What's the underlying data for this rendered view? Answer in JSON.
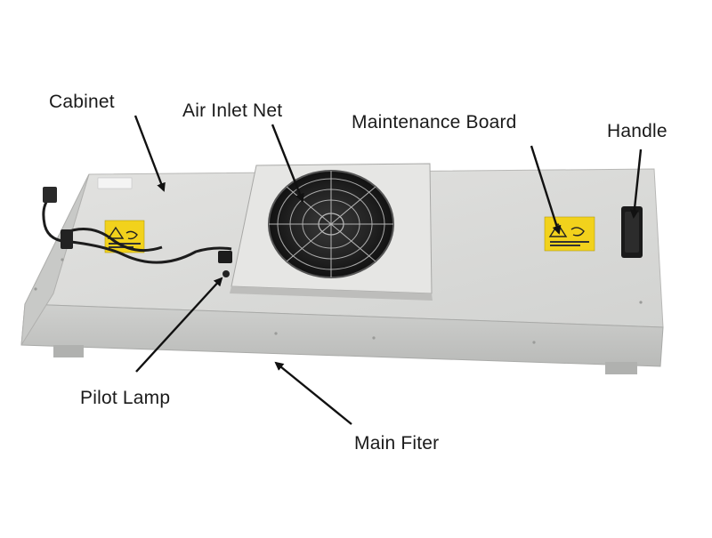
{
  "labels": {
    "cabinet": "Cabinet",
    "air_inlet_net": "Air Inlet Net",
    "maintenance_board": "Maintenance Board",
    "handle": "Handle",
    "pilot_lamp": "Pilot Lamp",
    "main_filter": "Main Fiter"
  },
  "colors": {
    "cabinet_top": "#d9d9d7",
    "cabinet_front": "#c5c6c4",
    "warning_label": "#f2d21c",
    "fan": "#1e1e1e",
    "arrow": "#111111"
  },
  "icons": {
    "power_plug": "power-plug-icon",
    "warning": "warning-sticker-icon",
    "fan": "fan-grille-icon",
    "handle": "handle-icon"
  }
}
